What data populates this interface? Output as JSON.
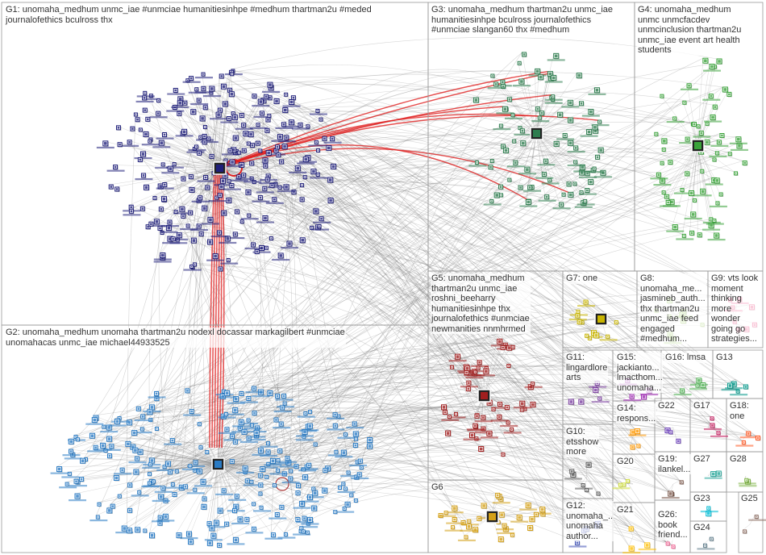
{
  "groups": [
    {
      "id": "G1",
      "label": "G1: unomaha_medhum unmc_iae #unmciae humanitiesinhpe #medhum thartman2u #meded\njournalofethics bculross thx",
      "color": "#1f1f7a"
    },
    {
      "id": "G2",
      "label": "G2: unomaha_medhum unomaha thartman2u nodexl docassar markagilbert #unmciae\nunomahacas unmc_iae michael44933525",
      "color": "#2a7bc4"
    },
    {
      "id": "G3",
      "label": "G3: unomaha_medhum thartman2u unmc_iae\nhumanitiesinhpe bculross journalofethics\n#unmciae slangan60 thx #medhum",
      "color": "#2e7d4f"
    },
    {
      "id": "G4",
      "label": "G4: unomaha_medhum\nunmc unmcfacdev\nunmcinclusion thartman2u\nunmc_iae event art health\nstudents",
      "color": "#3aa33a"
    },
    {
      "id": "G5",
      "label": "G5: unomaha_medhum\nthartman2u unmc_iae\nroshni_beeharry\nhumanitiesinhpe thx\njournalofethics #unmciae\nnewmanities nnmhrmed",
      "color": "#a11f1f"
    },
    {
      "id": "G6",
      "label": "G6",
      "color": "#d4a017"
    },
    {
      "id": "G7",
      "label": "G7: one",
      "color": "#c8b400"
    },
    {
      "id": "G8",
      "label": "G8:\nunomaha_me...\njasmineb_auth...\nthx thartman2u\nunmc_iae feed\nengaged\n#medhum...",
      "color": "#8bc34a"
    },
    {
      "id": "G9",
      "label": "G9: vts look\nmoment\nthinking\nmore\nwonder\ngoing go\nstrategies...",
      "color": "#e91e63"
    },
    {
      "id": "G10",
      "label": "G10:\netsshow\nmore",
      "color": "#5a5a5a"
    },
    {
      "id": "G11",
      "label": "G11:\nlingardlore\narts",
      "color": "#7b3fa0"
    },
    {
      "id": "G12",
      "label": "G12:\nunomaha_...\nunomaha\nauthor...",
      "color": "#3f51b5"
    },
    {
      "id": "G13",
      "label": "G13",
      "color": "#009688"
    },
    {
      "id": "G14",
      "label": "G14:\nrespons...",
      "color": "#ff9800"
    },
    {
      "id": "G15",
      "label": "G15:\njackianto...\nlmacthom...\nunomaha...",
      "color": "#9c27b0"
    },
    {
      "id": "G16",
      "label": "G16: lmsa",
      "color": "#4caf50"
    },
    {
      "id": "G17",
      "label": "G17",
      "color": "#c2185b"
    },
    {
      "id": "G18",
      "label": "G18:\none",
      "color": "#ff5722"
    },
    {
      "id": "G19",
      "label": "G19:\nilankel...",
      "color": "#795548"
    },
    {
      "id": "G20",
      "label": "G20",
      "color": "#cddc39"
    },
    {
      "id": "G21",
      "label": "G21",
      "color": "#ffc107"
    },
    {
      "id": "G22",
      "label": "G22",
      "color": "#673ab7"
    },
    {
      "id": "G23",
      "label": "G23",
      "color": "#00bcd4"
    },
    {
      "id": "G24",
      "label": "G24",
      "color": "#607d8b"
    },
    {
      "id": "G25",
      "label": "G25",
      "color": "#8d6e63"
    },
    {
      "id": "G26",
      "label": "G26:\nbook\nfriend...",
      "color": "#f06292"
    },
    {
      "id": "G27",
      "label": "G27",
      "color": "#26a69a"
    },
    {
      "id": "G28",
      "label": "G28",
      "color": "#7cb342"
    }
  ]
}
